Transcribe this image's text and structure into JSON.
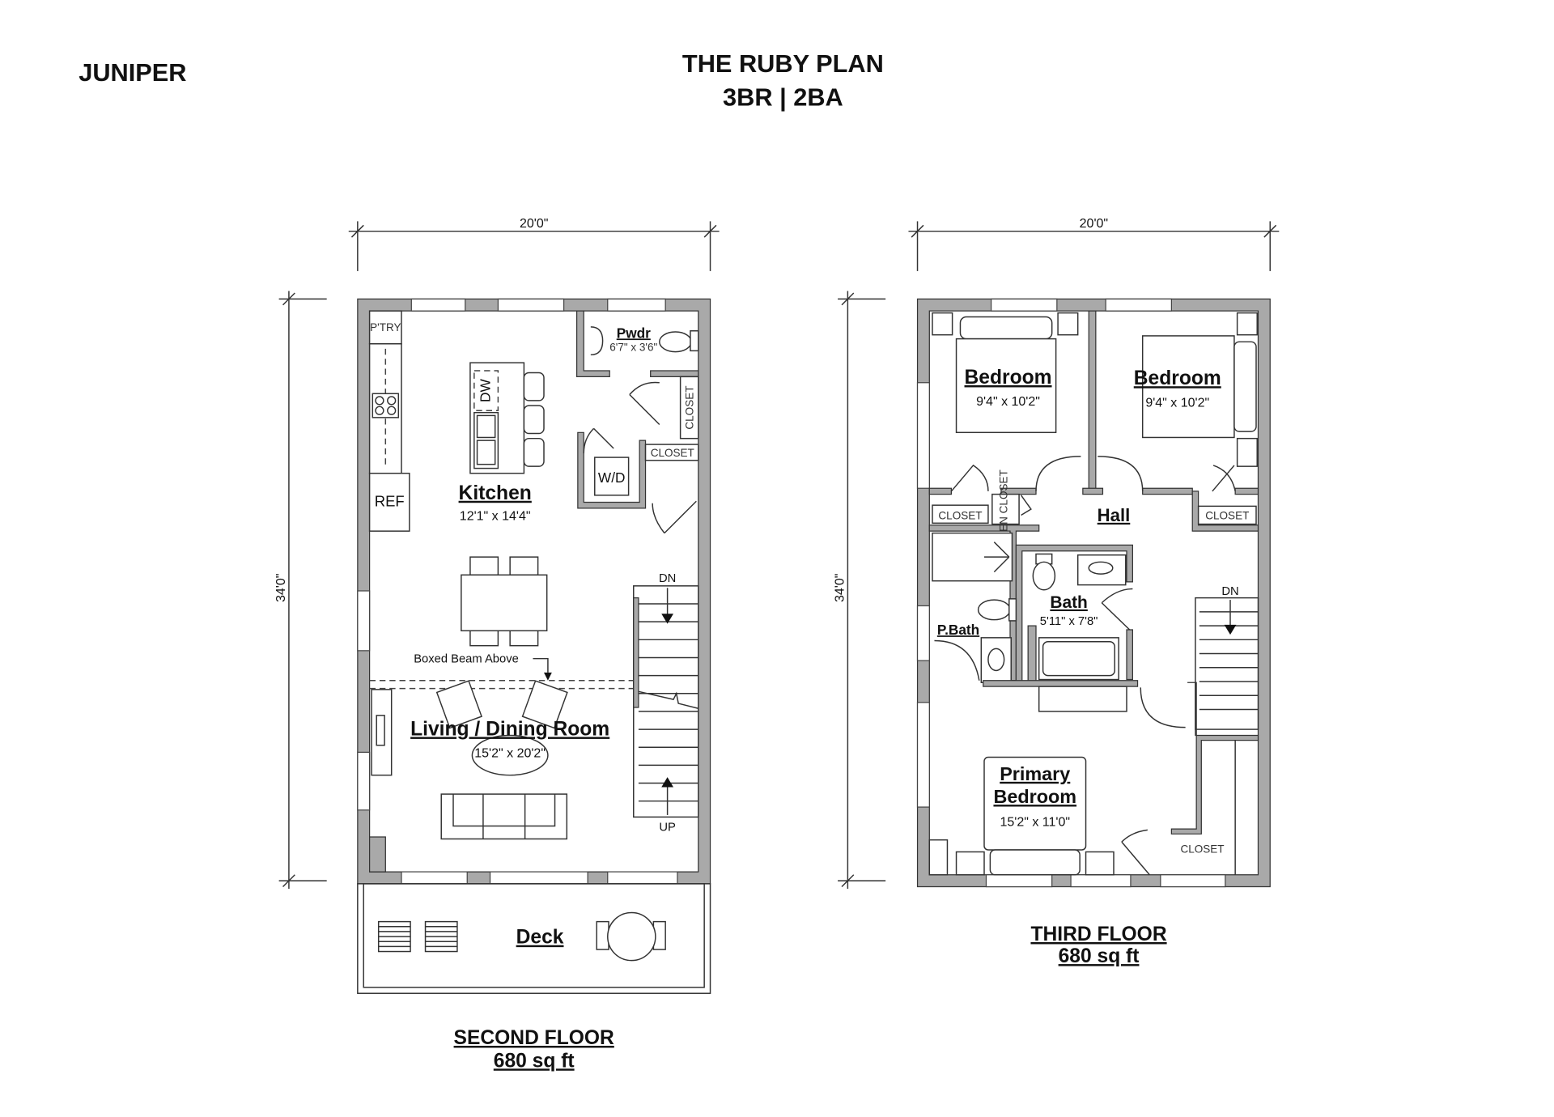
{
  "header": {
    "brand": "JUNIPER",
    "plan_title": "THE RUBY PLAN",
    "plan_subtitle": "3BR | 2BA"
  },
  "second_floor": {
    "title": "SECOND FLOOR",
    "area": "680 sq ft",
    "width_dim": "20'0\"",
    "depth_dim": "34'0\"",
    "rooms": {
      "pantry": "P'TRY",
      "ref": "REF",
      "dw": "DW",
      "kitchen": {
        "name": "Kitchen",
        "size": "12'1\" x 14'4\""
      },
      "powder": {
        "name": "Pwdr",
        "size": "6'7\" x 3'6\""
      },
      "closet_a": "CLOSET",
      "closet_b": "CLOSET",
      "wd": "W/D",
      "beam_note": "Boxed Beam Above",
      "living": {
        "name": "Living / Dining Room",
        "size": "15'2\" x 20'2\""
      },
      "stairs_dn": "DN",
      "stairs_up": "UP",
      "deck": "Deck"
    }
  },
  "third_floor": {
    "title": "THIRD FLOOR",
    "area": "680 sq ft",
    "width_dim": "20'0\"",
    "depth_dim": "34'0\"",
    "rooms": {
      "bedroom1": {
        "name": "Bedroom",
        "size": "9'4\" x 10'2\""
      },
      "bedroom2": {
        "name": "Bedroom",
        "size": "9'4\" x 10'2\""
      },
      "closet_l": "CLOSET",
      "linen": "LINEN CLOSET",
      "closet_r": "CLOSET",
      "hall": "Hall",
      "bath": {
        "name": "Bath",
        "size": "5'11\" x 7'8\""
      },
      "pbath": "P.Bath",
      "stairs_dn": "DN",
      "primary": {
        "name_line1": "Primary",
        "name_line2": "Bedroom",
        "size": "15'2\" x 11'0\""
      },
      "closet_p": "CLOSET"
    }
  },
  "colors": {
    "wall_fill": "#a9a9a9",
    "line": "#333333",
    "background": "#ffffff"
  }
}
